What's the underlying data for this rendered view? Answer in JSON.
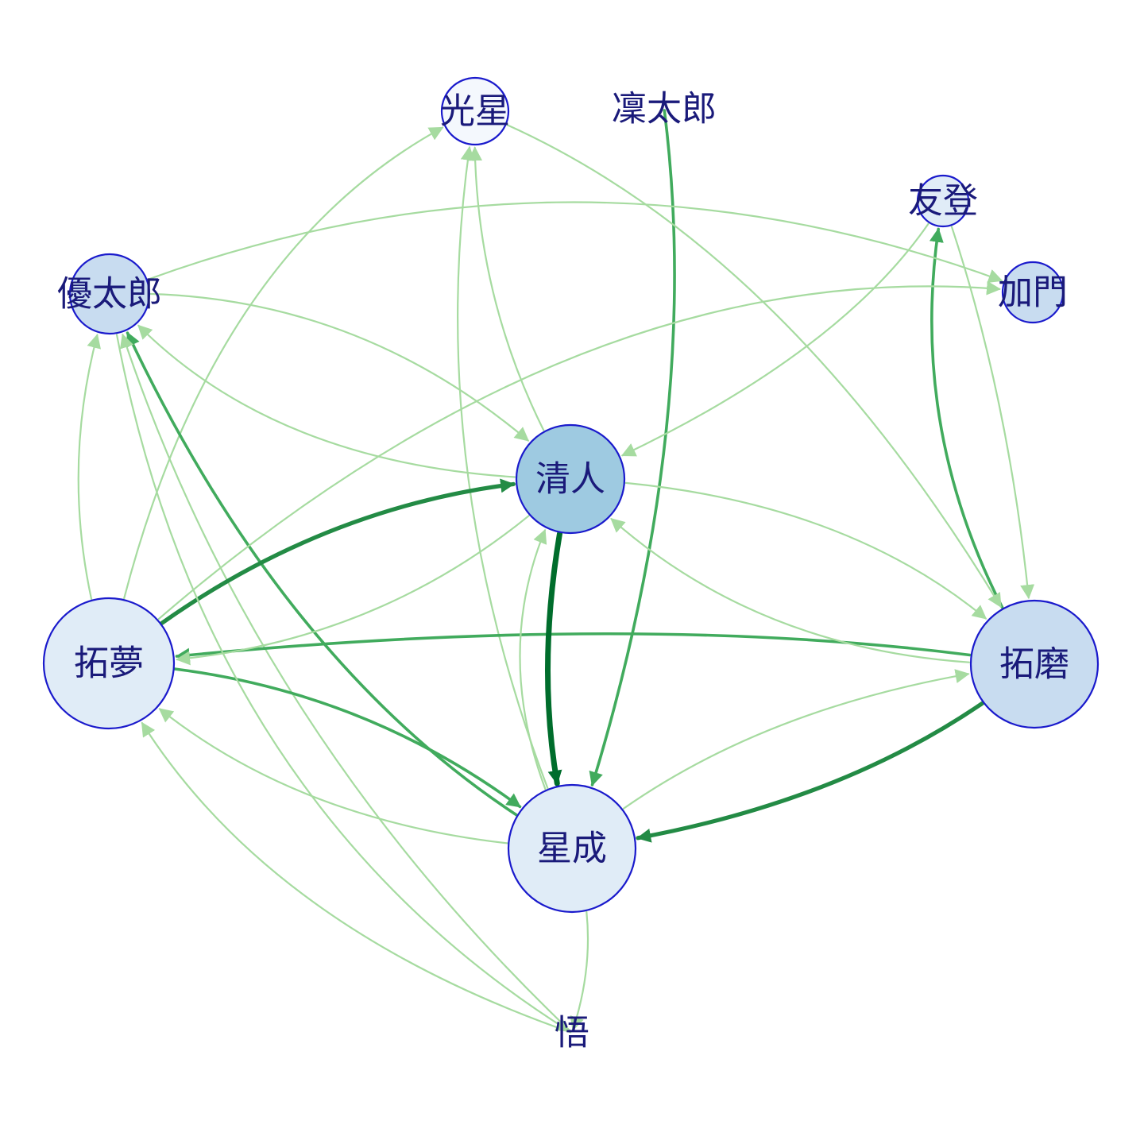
{
  "graph": {
    "node_fill_scale": [
      "#f4f8fd",
      "#e0ecf7",
      "#c8dcf0",
      "#9ecae1"
    ],
    "edge_color_scale": [
      "#a6dba0",
      "#41ab5d",
      "#238b45",
      "#006d2c"
    ],
    "node_stroke": "#1a1acc",
    "label_color": "#1a1a7a",
    "nodes": [
      {
        "id": "kosei",
        "label": "光星",
        "level": 0
      },
      {
        "id": "rintaro",
        "label": "凜太郎",
        "level": 0
      },
      {
        "id": "yuto",
        "label": "友登",
        "level": 1
      },
      {
        "id": "yutaro",
        "label": "優太郎",
        "level": 2
      },
      {
        "id": "kamon",
        "label": "加門",
        "level": 2
      },
      {
        "id": "kiyoto",
        "label": "清人",
        "level": 3
      },
      {
        "id": "takumu",
        "label": "拓夢",
        "level": 1
      },
      {
        "id": "takuma",
        "label": "拓磨",
        "level": 2
      },
      {
        "id": "seina",
        "label": "星成",
        "level": 1
      },
      {
        "id": "satoru",
        "label": "悟",
        "level": 0
      }
    ],
    "edges": [
      {
        "from": "rintaro",
        "to": "seina",
        "weight": 2
      },
      {
        "from": "takuma",
        "to": "yuto",
        "weight": 2
      },
      {
        "from": "yuto",
        "to": "kiyoto",
        "weight": 1
      },
      {
        "from": "yuto",
        "to": "takuma",
        "weight": 1
      },
      {
        "from": "yutaro",
        "to": "kamon",
        "weight": 1
      },
      {
        "from": "kosei",
        "to": "takuma",
        "weight": 1
      },
      {
        "from": "kiyoto",
        "to": "kosei",
        "weight": 1
      },
      {
        "from": "seina",
        "to": "kosei",
        "weight": 1
      },
      {
        "from": "takumu",
        "to": "kosei",
        "weight": 1
      },
      {
        "from": "kiyoto",
        "to": "yutaro",
        "weight": 1
      },
      {
        "from": "yutaro",
        "to": "kiyoto",
        "weight": 1
      },
      {
        "from": "takumu",
        "to": "yutaro",
        "weight": 1
      },
      {
        "from": "seina",
        "to": "yutaro",
        "weight": 2
      },
      {
        "from": "satoru",
        "to": "yutaro",
        "weight": 1
      },
      {
        "from": "takumu",
        "to": "kamon",
        "weight": 1
      },
      {
        "from": "takuma",
        "to": "takumu",
        "weight": 2
      },
      {
        "from": "takumu",
        "to": "kiyoto",
        "weight": 3
      },
      {
        "from": "kiyoto",
        "to": "takumu",
        "weight": 1
      },
      {
        "from": "takumu",
        "to": "seina",
        "weight": 2
      },
      {
        "from": "seina",
        "to": "takumu",
        "weight": 1
      },
      {
        "from": "satoru",
        "to": "takumu",
        "weight": 1
      },
      {
        "from": "kiyoto",
        "to": "seina",
        "weight": 4
      },
      {
        "from": "seina",
        "to": "kiyoto",
        "weight": 1
      },
      {
        "from": "kiyoto",
        "to": "takuma",
        "weight": 1
      },
      {
        "from": "takuma",
        "to": "kiyoto",
        "weight": 1
      },
      {
        "from": "takuma",
        "to": "seina",
        "weight": 3
      },
      {
        "from": "seina",
        "to": "takuma",
        "weight": 1
      },
      {
        "from": "seina",
        "to": "satoru",
        "weight": 1
      },
      {
        "from": "yutaro",
        "to": "satoru",
        "weight": 1
      }
    ]
  }
}
